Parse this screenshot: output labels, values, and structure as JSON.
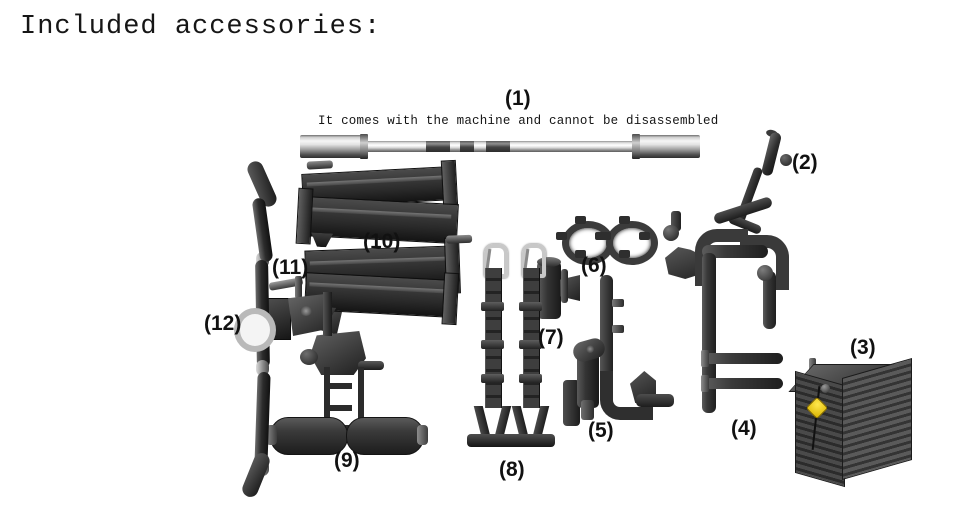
{
  "page": {
    "title": "Included accessories:",
    "background_color": "#ffffff",
    "text_color": "#111111"
  },
  "notes": {
    "barbell_note": "It comes with the machine and cannot be disassembled"
  },
  "callouts": [
    {
      "id": "1",
      "label": "(1)",
      "part_name": "olympic-barbell"
    },
    {
      "id": "2",
      "label": "(2)",
      "part_name": "curved-handle-arm"
    },
    {
      "id": "3",
      "label": "(3)",
      "part_name": "weight-stack"
    },
    {
      "id": "4",
      "label": "(4)",
      "part_name": "curved-frame-tube"
    },
    {
      "id": "5",
      "label": "(5)",
      "part_name": "cylinder-pin"
    },
    {
      "id": "6",
      "label": "(6)",
      "part_name": "spring-collars"
    },
    {
      "id": "7",
      "label": "(7)",
      "part_name": "tube-bracket"
    },
    {
      "id": "8",
      "label": "(8)",
      "part_name": "strap-handles"
    },
    {
      "id": "9",
      "label": "(9)",
      "part_name": "leg-developer-rollers"
    },
    {
      "id": "10",
      "label": "(10)",
      "part_name": "rail-beams"
    },
    {
      "id": "11",
      "label": "(11)",
      "part_name": "bracket-clamp"
    },
    {
      "id": "12",
      "label": "(12)",
      "part_name": "curved-lat-bar"
    }
  ],
  "colors": {
    "metal_dark": "#2b2b2b",
    "metal_mid": "#5a5a5a",
    "chrome_light": "#f4f4f4",
    "pin_yellow": "#ffe84d",
    "outline": "#111111"
  }
}
